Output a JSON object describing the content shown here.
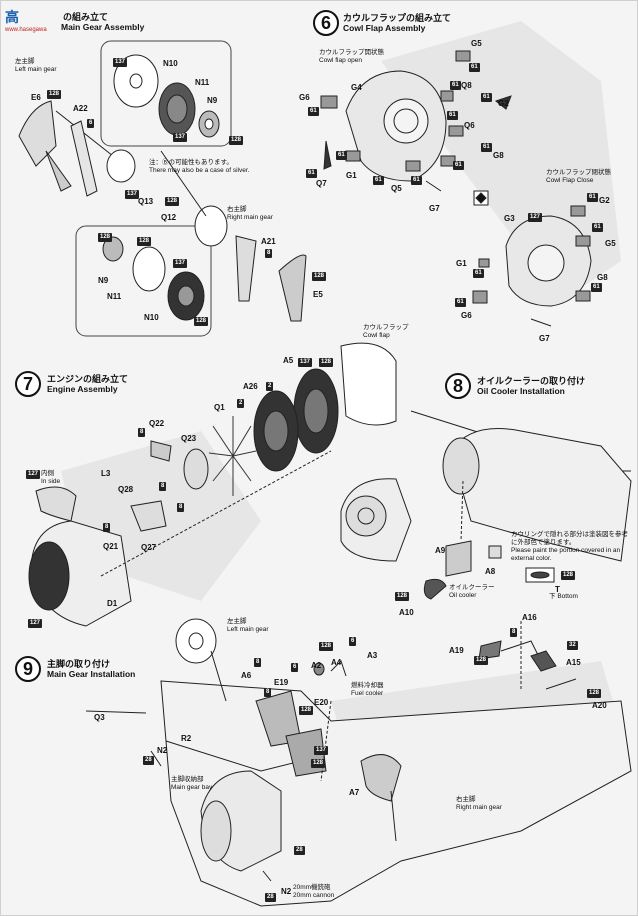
{
  "header": {
    "logo_main": "高",
    "logo_sub": "www.hasegawa",
    "step5_partial_en": "Main Gear Assembly",
    "step5_partial_jp": "の組み立て"
  },
  "step6": {
    "num": "6",
    "title_jp": "カウルフラップの組み立て",
    "title_en": "Cowl Flap Assembly",
    "open_jp": "カウルフラップ開状態",
    "open_en": "Cowl flap open",
    "close_jp": "カウルフラップ閉状態",
    "close_en": "Cowl Flap Close"
  },
  "step7": {
    "num": "7",
    "title_jp": "エンジンの組み立て",
    "title_en": "Engine Assembly",
    "cowl_jp": "カウルフラップ",
    "cowl_en": "Cowl flap",
    "inside_jp": "内側",
    "inside_en": "In side"
  },
  "step8": {
    "num": "8",
    "title_jp": "オイルクーラーの取り付け",
    "title_en": "Oil Cooler Installation",
    "note_jp": "カウリングで隠れる部分は塗装図を参考に外部色で塗ります。",
    "note_en": "Please paint the portion covered in an external color.",
    "oilcooler_jp": "オイルクーラー",
    "oilcooler_en": "Oil cooler",
    "bottom_jp": "下",
    "bottom_en": "Bottom"
  },
  "step9": {
    "num": "9",
    "title_jp": "主脚の取り付け",
    "title_en": "Main Gear Installation",
    "left_jp": "左主脚",
    "left_en": "Left main gear",
    "right_jp": "右主脚",
    "right_en": "Right main gear",
    "bay_jp": "主脚収納部",
    "bay_en": "Main gear bay",
    "fuel_jp": "燃料冷却器",
    "fuel_en": "Fuel cooler",
    "cannon_jp": "20mm機銃砲",
    "cannon_en": "20mm cannon"
  },
  "step5": {
    "left_jp": "左主脚",
    "left_en": "Left main gear",
    "right_jp": "右主脚",
    "right_en": "Right main gear",
    "note_jp": "注：Ⓑの可能性もあります。",
    "note_en": "There may also be a case of silver."
  },
  "labels5": [
    "E6",
    "A22",
    "N10",
    "N11",
    "N9",
    "Q13",
    "Q12",
    "A21",
    "E5",
    "N9",
    "N11",
    "N10"
  ],
  "labels6": [
    "G4",
    "G5",
    "G6",
    "Q8",
    "G2",
    "Q6",
    "G8",
    "G1",
    "Q7",
    "Q5",
    "G7",
    "G3",
    "G2",
    "G5",
    "G1",
    "G8",
    "G6",
    "G7"
  ],
  "labels7": [
    "A5",
    "A26",
    "Q1",
    "Q22",
    "Q23",
    "L3",
    "Q28",
    "Q21",
    "Q27",
    "D1"
  ],
  "labels8": [
    "A9",
    "A8",
    "A10",
    "T"
  ],
  "labels9": [
    "A6",
    "E19",
    "A2",
    "A4",
    "A3",
    "E20",
    "Q3",
    "R2",
    "N2",
    "A7",
    "N2",
    "A16",
    "A19",
    "A15",
    "A20"
  ],
  "badges": [
    "128",
    "6",
    "137",
    "137",
    "128",
    "137",
    "128",
    "128",
    "128",
    "137",
    "128",
    "8",
    "128",
    "61",
    "61",
    "61",
    "61",
    "61",
    "61",
    "61",
    "61",
    "61",
    "61",
    "61",
    "127",
    "61",
    "61",
    "61",
    "61",
    "61",
    "2",
    "2",
    "8",
    "8",
    "8",
    "127",
    "127",
    "137",
    "128",
    "8",
    "128",
    "128",
    "8",
    "6",
    "128",
    "6",
    "137",
    "128",
    "128",
    "8",
    "28",
    "28",
    "28",
    "8",
    "32",
    "128",
    "128"
  ]
}
